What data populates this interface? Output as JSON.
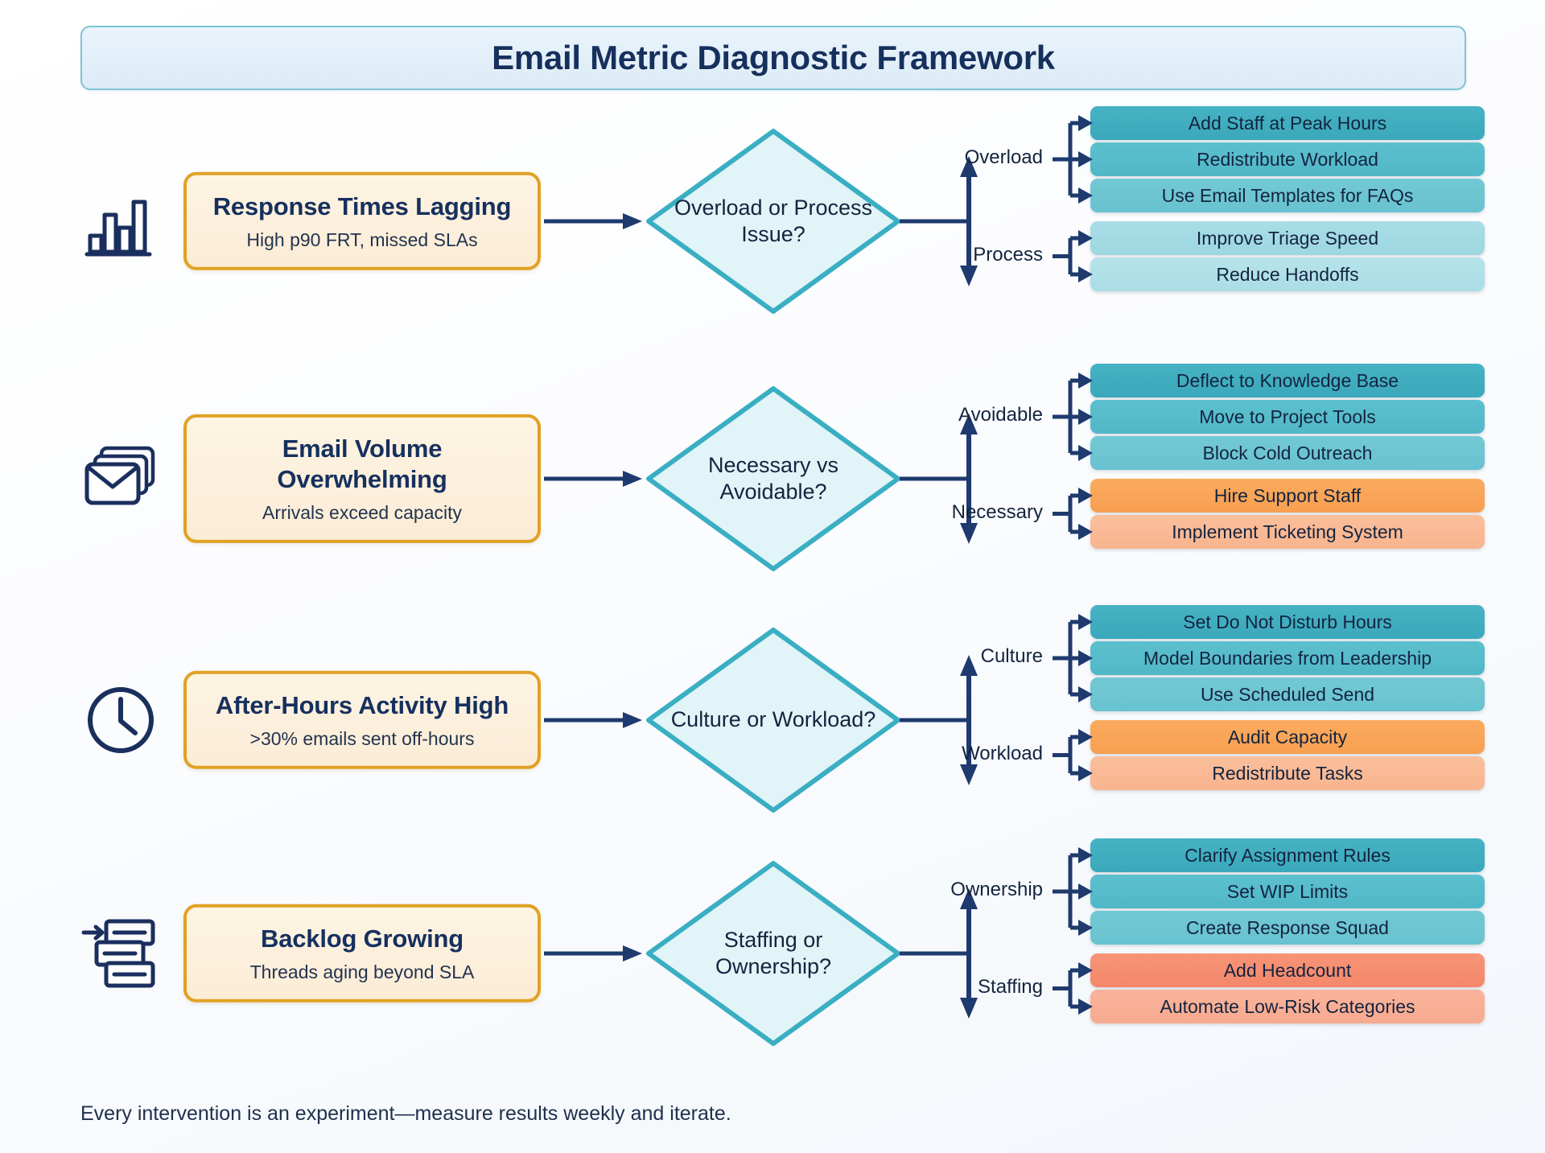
{
  "header": {
    "title": "Email Metric Diagnostic Framework"
  },
  "footer": {
    "note": "Every intervention is an experiment—measure results weekly and iterate."
  },
  "colors": {
    "title_text": "#16305e",
    "title_border": "#7fc4d6",
    "problem_border": "#e0a224",
    "problem_fill": "#fdf4e3",
    "diamond_border": "#3aaec2",
    "diamond_fill": "#e1f4f7",
    "arrow": "#1e3a6e",
    "teal_dark": "#3ba8bb",
    "teal_light": "#b6e3ea",
    "orange": "#fbab5e",
    "coral": "#f4876a"
  },
  "rows": [
    {
      "icon": "bar-chart-icon",
      "problem_title": "Response Times Lagging",
      "problem_subtitle": "High p90 FRT, missed SLAs",
      "decision": "Overload or Process Issue?",
      "branches": [
        {
          "label": "Overload",
          "actions": [
            {
              "text": "Add Staff at Peak Hours",
              "tone": "teal-1"
            },
            {
              "text": "Redistribute Workload",
              "tone": "teal-2"
            },
            {
              "text": "Use Email Templates for FAQs",
              "tone": "teal-3"
            }
          ]
        },
        {
          "label": "Process",
          "actions": [
            {
              "text": "Improve Triage Speed",
              "tone": "teal-4"
            },
            {
              "text": "Reduce Handoffs",
              "tone": "teal-5"
            }
          ]
        }
      ]
    },
    {
      "icon": "stacked-envelopes-icon",
      "problem_title": "Email Volume Overwhelming",
      "problem_subtitle": "Arrivals exceed capacity",
      "decision": "Necessary vs Avoidable?",
      "branches": [
        {
          "label": "Avoidable",
          "actions": [
            {
              "text": "Deflect to Knowledge Base",
              "tone": "teal-1"
            },
            {
              "text": "Move to Project Tools",
              "tone": "teal-2"
            },
            {
              "text": "Block Cold Outreach",
              "tone": "teal-3"
            }
          ]
        },
        {
          "label": "Necessary",
          "actions": [
            {
              "text": "Hire Support Staff",
              "tone": "orange-a"
            },
            {
              "text": "Implement Ticketing System",
              "tone": "orange-b"
            }
          ]
        }
      ]
    },
    {
      "icon": "clock-icon",
      "problem_title": "After-Hours Activity High",
      "problem_subtitle": ">30% emails sent off-hours",
      "decision": "Culture or Workload?",
      "branches": [
        {
          "label": "Culture",
          "actions": [
            {
              "text": "Set Do Not Disturb Hours",
              "tone": "teal-1"
            },
            {
              "text": "Model Boundaries from Leadership",
              "tone": "teal-2"
            },
            {
              "text": "Use Scheduled Send",
              "tone": "teal-3"
            }
          ]
        },
        {
          "label": "Workload",
          "actions": [
            {
              "text": "Audit Capacity",
              "tone": "orange-a"
            },
            {
              "text": "Redistribute Tasks",
              "tone": "orange-b"
            }
          ]
        }
      ]
    },
    {
      "icon": "backlog-queue-icon",
      "problem_title": "Backlog Growing",
      "problem_subtitle": "Threads aging beyond SLA",
      "decision": "Staffing or Ownership?",
      "branches": [
        {
          "label": "Ownership",
          "actions": [
            {
              "text": "Clarify Assignment Rules",
              "tone": "teal-1"
            },
            {
              "text": "Set WIP Limits",
              "tone": "teal-2"
            },
            {
              "text": "Create Response Squad",
              "tone": "teal-3"
            }
          ]
        },
        {
          "label": "Staffing",
          "actions": [
            {
              "text": "Add Headcount",
              "tone": "coral-a"
            },
            {
              "text": "Automate Low-Risk Categories",
              "tone": "coral-b"
            }
          ]
        }
      ]
    }
  ]
}
